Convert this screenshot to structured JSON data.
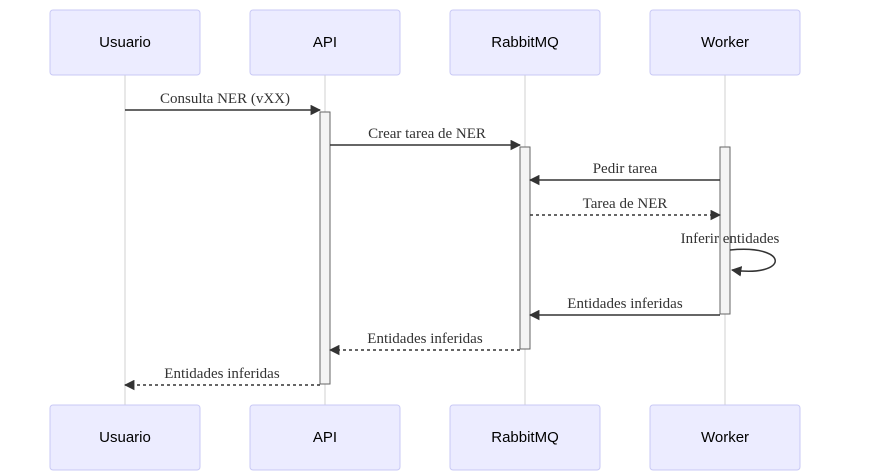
{
  "participants": [
    {
      "id": "usuario",
      "label": "Usuario"
    },
    {
      "id": "api",
      "label": "API"
    },
    {
      "id": "rabbitmq",
      "label": "RabbitMQ"
    },
    {
      "id": "worker",
      "label": "Worker"
    }
  ],
  "messages": [
    {
      "from": "usuario",
      "to": "api",
      "text": "Consulta NER (vXX)",
      "style": "solid"
    },
    {
      "from": "api",
      "to": "rabbitmq",
      "text": "Crear tarea de NER",
      "style": "solid"
    },
    {
      "from": "worker",
      "to": "rabbitmq",
      "text": "Pedir tarea",
      "style": "solid"
    },
    {
      "from": "rabbitmq",
      "to": "worker",
      "text": "Tarea de NER",
      "style": "dashed"
    },
    {
      "from": "worker",
      "to": "worker",
      "text": "Inferir entidades",
      "style": "solid"
    },
    {
      "from": "worker",
      "to": "rabbitmq",
      "text": "Entidades inferidas",
      "style": "solid"
    },
    {
      "from": "rabbitmq",
      "to": "api",
      "text": "Entidades inferidas",
      "style": "dashed"
    },
    {
      "from": "api",
      "to": "usuario",
      "text": "Entidades inferidas",
      "style": "dashed"
    }
  ],
  "colors": {
    "actor_fill": "#ececff",
    "actor_stroke": "#c9c9f5",
    "line": "#333333"
  }
}
